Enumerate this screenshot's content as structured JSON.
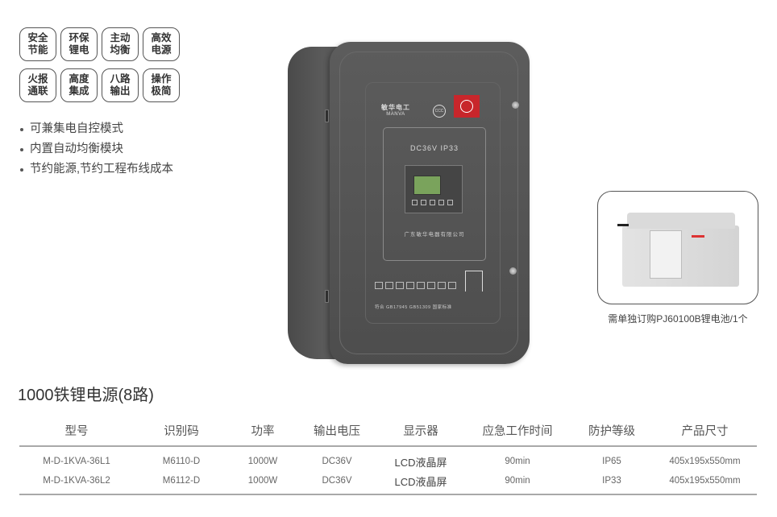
{
  "features": [
    [
      "安全",
      "节能"
    ],
    [
      "环保",
      "锂电"
    ],
    [
      "主动",
      "均衡"
    ],
    [
      "高效",
      "电源"
    ],
    [
      "火报",
      "通联"
    ],
    [
      "高度",
      "集成"
    ],
    [
      "八路",
      "输出"
    ],
    [
      "操作",
      "极简"
    ]
  ],
  "bullets": [
    "可兼集电自控模式",
    "内置自动均衡模块",
    "节约能源,节约工程布线成本"
  ],
  "cabinet": {
    "brand_cn": "敏华电工",
    "brand_en": "MANVA",
    "ccc_mark": "CCC",
    "spec_label": "DC36V  IP33",
    "company": "广东敏华电器有限公司",
    "standard": "符合 GB17945 GB51309 国家标准",
    "color": "#555555",
    "lcd_color": "#7aa35c",
    "cert_color": "#c8262b"
  },
  "battery": {
    "caption": "需单独订购PJ60100B锂电池/1个"
  },
  "product": {
    "title": "1000铁锂电源(8路)"
  },
  "table": {
    "headers": [
      "型号",
      "识别码",
      "功率",
      "输出电压",
      "显示器",
      "应急工作时间",
      "防护等级",
      "产品尺寸"
    ],
    "rows": [
      [
        "M-D-1KVA-36L1",
        "M6110-D",
        "1000W",
        "DC36V",
        "LCD液晶屏",
        "90min",
        "IP65",
        "405x195x550mm"
      ],
      [
        "M-D-1KVA-36L2",
        "M6112-D",
        "1000W",
        "DC36V",
        "LCD液晶屏",
        "90min",
        "IP33",
        "405x195x550mm"
      ]
    ]
  }
}
